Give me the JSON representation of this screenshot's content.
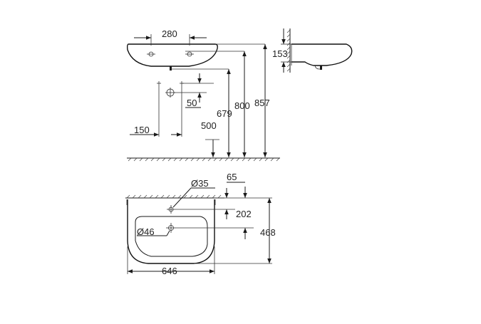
{
  "drawing": {
    "front_view": {
      "width_top": "280",
      "height_153": "153",
      "height_857": "857",
      "height_800": "800",
      "height_679": "679",
      "offset_50": "50",
      "height_500": "500",
      "width_150": "150"
    },
    "plan_view": {
      "diam_35": "Ø35",
      "offset_65": "65",
      "depth_202": "202",
      "depth_468": "468",
      "diam_46": "Ø46",
      "width_646": "646"
    }
  },
  "colors": {
    "line": "#1a1a1a",
    "text": "#222222",
    "background": "#ffffff"
  }
}
